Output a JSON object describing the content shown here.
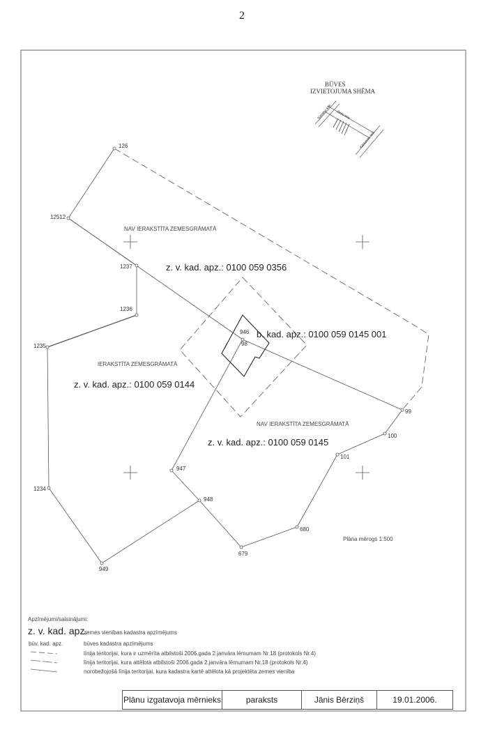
{
  "page_number": "2",
  "schema": {
    "title1": "BŪVES",
    "title2": "IZVIETOJUMA SHĒMA",
    "street1": "Tomsku iela",
    "street2": "Zirņu iela",
    "street3": "Kārsavas iela"
  },
  "points": {
    "p126": "126",
    "p12512": "12512",
    "p1237": "1237",
    "p1236": "1236",
    "p1235": "1235",
    "p1234": "1234",
    "p949": "949",
    "p948": "948",
    "p947": "947",
    "p679": "679",
    "p680": "680",
    "p101": "101",
    "p100": "100",
    "p99": "99",
    "p946": "946",
    "p98": "98"
  },
  "areas": {
    "a1_status": "NAV IERAKSTĪTA ZEMESGRĀMATĀ",
    "a1_code": "z. v. kad. apz.: 0100 059 0356",
    "building_code": "b. kad. apz.: 0100 059 0145 001",
    "a2_status": "IERAKSTĪTA ZEMESGRĀMATĀ",
    "a2_code": "z. v. kad. apz.: 0100 059 0144",
    "a3_status": "NAV IERAKSTĪTA ZEMESGRĀMATĀ",
    "a3_code": "z. v. kad. apz.: 0100 059 0145"
  },
  "scale": "Plāna mērogs 1:500",
  "legend": {
    "title": "Apzīmējumi/saīsinājumi:",
    "abbr1": "z. v. kad. apz.",
    "desc1": "zemes vienības kadastra apzīmējums",
    "abbr2": "būv. kad. apz.",
    "desc2": "būves kadastra apzīmējums",
    "line1": "līnija teritorijai, kura ir uzmērīta atbilstoši 2006.gada 2.janvāra lēmumam Nr.18 (protokols Nr.4)",
    "line2": "līnija teritorijai, kura attēlota atbilstoši 2006.gada 2.janvāra lēmumam Nr.18 (protokols Nr.4)",
    "line3": "norobežojošā līnija teritorijai, kura kadastra kartē attēlota kā projektēta zemes vienība"
  },
  "footer": {
    "prepared_by": "Plānu izgatavoja mērnieks",
    "signature": "paraksts",
    "name": "Jānis Bērziņš",
    "date": "19.01.2006."
  }
}
